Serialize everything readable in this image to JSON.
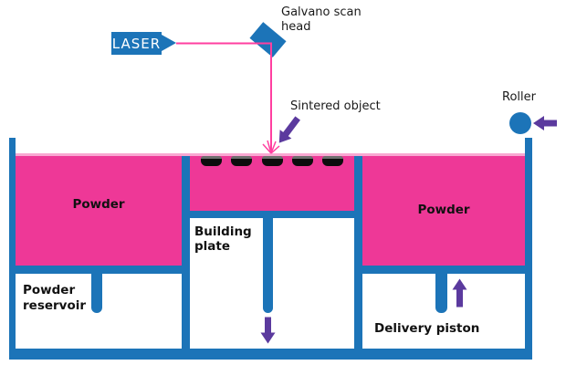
{
  "diagram": {
    "labels": {
      "laser": "LASER",
      "galvano_scan_head": "Galvano scan head",
      "sintered_object": "Sintered object",
      "roller": "Roller",
      "powder_left": "Powder",
      "powder_right": "Powder",
      "building_plate": "Building plate",
      "powder_reservoir": "Powder reservoir",
      "delivery_piston": "Delivery piston"
    },
    "colors": {
      "blue": "#1c74b8",
      "pink": "#ee3897",
      "pink-light": "#f9a8d2",
      "beam": "#ff3fa0",
      "purple": "#5b3a9e",
      "obj": "#0c0c0c",
      "obj-top": "#6e6e6e",
      "text": "#1a1a1a"
    }
  }
}
